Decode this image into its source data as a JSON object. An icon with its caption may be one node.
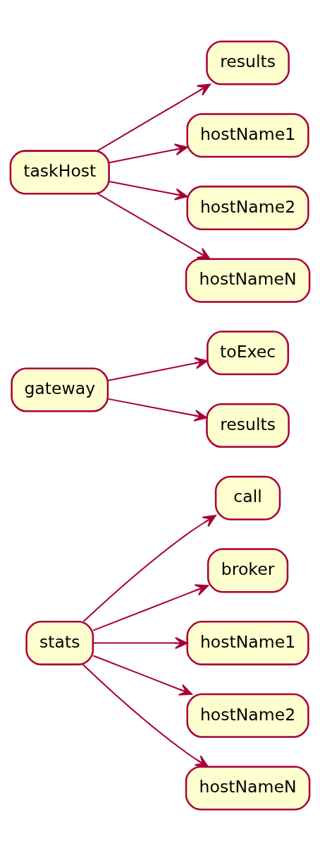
{
  "diagram": {
    "nodes": [
      {
        "text": [
          "stats"
        ]
      },
      {
        "text": [
          "call"
        ]
      },
      {
        "text": [
          "broker"
        ]
      },
      {
        "text": [
          "hostName1"
        ]
      },
      {
        "text": [
          "hostName2"
        ]
      },
      {
        "text": [
          "hostNameN"
        ]
      },
      {
        "text": [
          "gateway"
        ]
      },
      {
        "text": [
          "toExec"
        ]
      },
      {
        "text": [
          "results"
        ]
      },
      {
        "text": [
          "taskHost"
        ]
      },
      {
        "text": [
          "results"
        ]
      },
      {
        "text": [
          "hostName1"
        ]
      },
      {
        "text": [
          "hostName2"
        ]
      },
      {
        "text": [
          "hostNameN"
        ]
      }
    ],
    "edges": [
      {
        "from": 0,
        "to": 1,
        "arrow": "to"
      },
      {
        "from": 0,
        "to": 2,
        "arrow": "to"
      },
      {
        "from": 0,
        "to": 3,
        "arrow": "to"
      },
      {
        "from": 0,
        "to": 4,
        "arrow": "to"
      },
      {
        "from": 0,
        "to": 5,
        "arrow": "to"
      },
      {
        "from": 6,
        "to": 7,
        "arrow": "to"
      },
      {
        "from": 6,
        "to": 8,
        "arrow": "to"
      },
      {
        "from": 9,
        "to": 10,
        "arrow": "to"
      },
      {
        "from": 9,
        "to": 11,
        "arrow": "to"
      },
      {
        "from": 9,
        "to": 12,
        "arrow": "to"
      },
      {
        "from": 9,
        "to": 13,
        "arrow": "to"
      }
    ]
  }
}
